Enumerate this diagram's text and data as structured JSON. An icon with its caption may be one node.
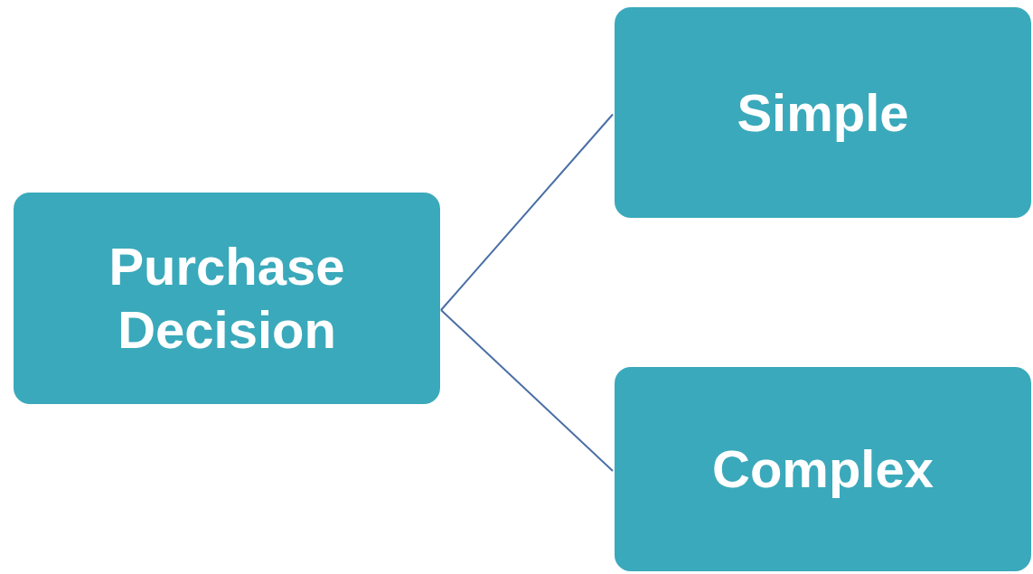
{
  "diagram": {
    "nodes": [
      {
        "text": [
          "Purchase Decision"
        ]
      },
      {
        "text": [
          "Simple"
        ]
      },
      {
        "text": [
          "Complex"
        ]
      }
    ],
    "edges": [
      {
        "from": 0,
        "to": 1,
        "arrow": "none"
      },
      {
        "from": 0,
        "to": 2,
        "arrow": "none"
      }
    ]
  }
}
